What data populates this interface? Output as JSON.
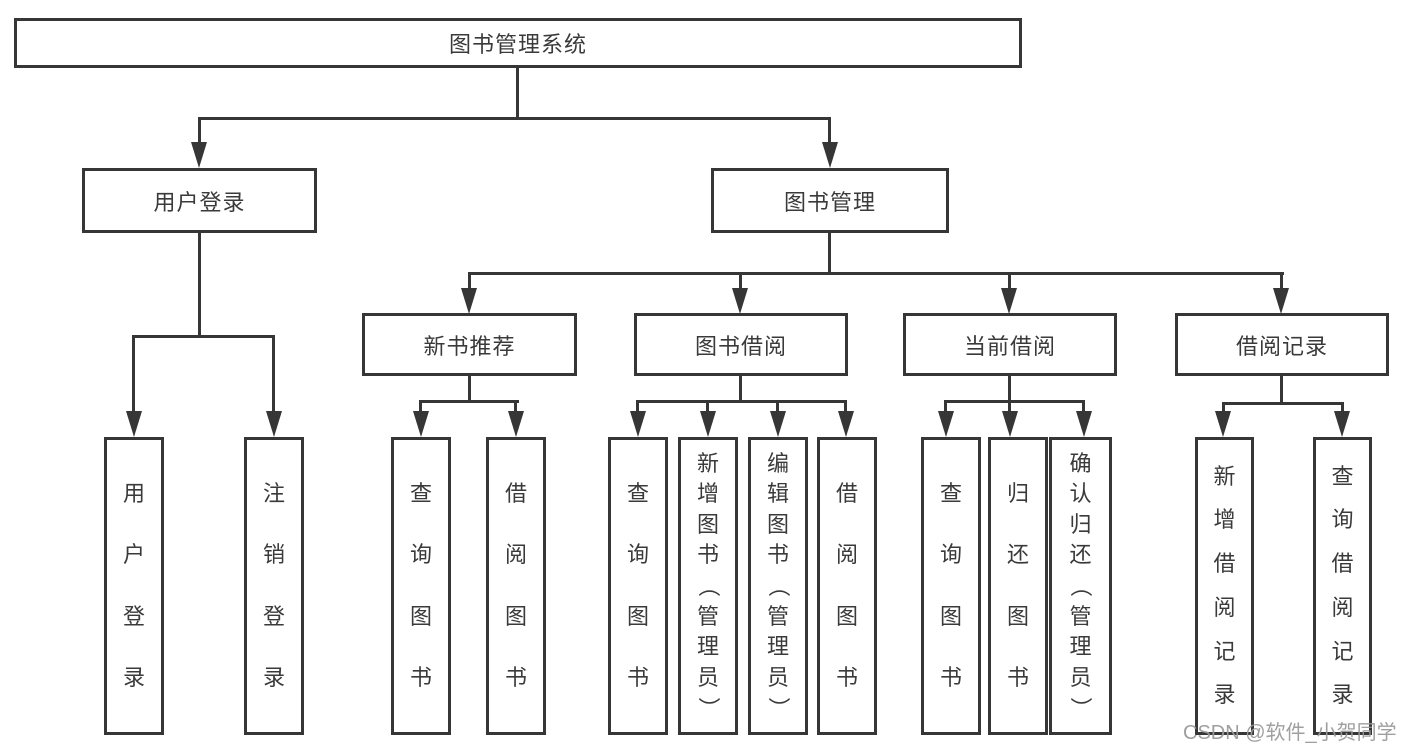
{
  "diagram_title": "图书管理系统",
  "watermark": "CSDN @软件_小贺同学",
  "colors": {
    "line": "#363636",
    "box_border": "#363636",
    "box_background": "#ffffff",
    "text": "#3a3a3a",
    "watermark_text": "#9a9a9a"
  },
  "tree": {
    "root": {
      "label": "图书管理系统",
      "children": [
        {
          "label": "用户登录",
          "children": [
            {
              "label": "用户登录"
            },
            {
              "label": "注销登录"
            }
          ]
        },
        {
          "label": "图书管理",
          "children": [
            {
              "label": "新书推荐",
              "children": [
                {
                  "label": "查询图书"
                },
                {
                  "label": "借阅图书"
                }
              ]
            },
            {
              "label": "图书借阅",
              "children": [
                {
                  "label": "查询图书"
                },
                {
                  "label": "新增图书（管理员）"
                },
                {
                  "label": "编辑图书（管理员）"
                },
                {
                  "label": "借阅图书"
                }
              ]
            },
            {
              "label": "当前借阅",
              "children": [
                {
                  "label": "查询图书"
                },
                {
                  "label": "归还图书"
                },
                {
                  "label": "确认归还（管理员）"
                }
              ]
            },
            {
              "label": "借阅记录",
              "children": [
                {
                  "label": "新增借阅记录"
                },
                {
                  "label": "查询借阅记录"
                }
              ]
            }
          ]
        }
      ]
    }
  }
}
